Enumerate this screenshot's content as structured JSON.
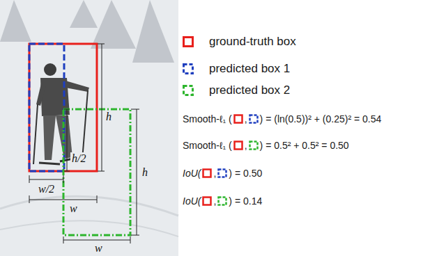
{
  "diagram": {
    "labels": [
      "h",
      "h/2",
      "h",
      "w/2",
      "w",
      "w",
      "Smooth-ℓ₁ (",
      ",",
      ") = (ln(0.5))² + (0.25)² = 0.54",
      "Smooth-ℓ₁ (",
      ",",
      ") = 0.5² + 0.5² = 0.50",
      "IoU(",
      ",",
      ") = 0.50",
      "IoU(",
      ",",
      ") = 0.14"
    ],
    "legend": [
      {
        "text": "ground-truth box"
      },
      {
        "text": "predicted box 1"
      },
      {
        "text": "predicted box 2"
      }
    ]
  }
}
